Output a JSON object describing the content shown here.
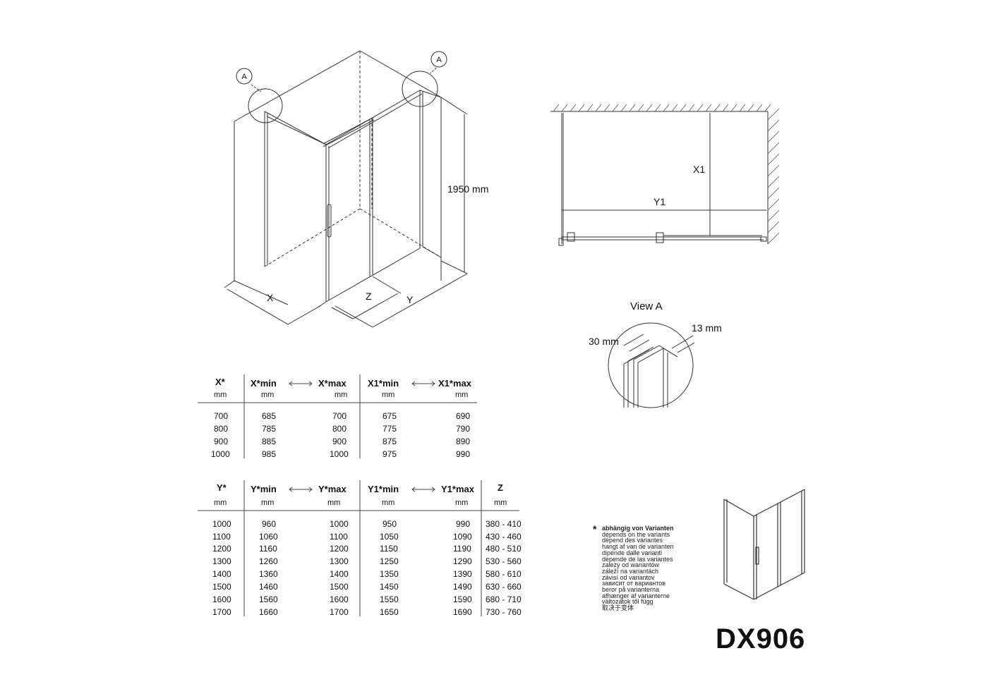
{
  "labels": {
    "view_callout": "A",
    "height": "1950 mm",
    "x": "X",
    "y": "Y",
    "z": "Z",
    "x1": "X1",
    "y1": "Y1",
    "view_a_title": "View A",
    "dim_30": "30 mm",
    "dim_13": "13 mm"
  },
  "table_x": {
    "headers": [
      "X*",
      "X*min",
      "X*max",
      "X1*min",
      "X1*max"
    ],
    "units": [
      "mm",
      "mm",
      "mm",
      "mm",
      "mm"
    ],
    "rows": [
      [
        "700",
        "685",
        "700",
        "675",
        "690"
      ],
      [
        "800",
        "785",
        "800",
        "775",
        "790"
      ],
      [
        "900",
        "885",
        "900",
        "875",
        "890"
      ],
      [
        "1000",
        "985",
        "1000",
        "975",
        "990"
      ]
    ]
  },
  "table_y": {
    "headers": [
      "Y*",
      "Y*min",
      "Y*max",
      "Y1*min",
      "Y1*max",
      "Z"
    ],
    "units": [
      "mm",
      "mm",
      "mm",
      "mm",
      "mm",
      "mm"
    ],
    "rows": [
      [
        "1000",
        "960",
        "1000",
        "950",
        "990",
        "380 - 410"
      ],
      [
        "1100",
        "1060",
        "1100",
        "1050",
        "1090",
        "430 - 460"
      ],
      [
        "1200",
        "1160",
        "1200",
        "1150",
        "1190",
        "480 - 510"
      ],
      [
        "1300",
        "1260",
        "1300",
        "1250",
        "1290",
        "530 - 560"
      ],
      [
        "1400",
        "1360",
        "1400",
        "1350",
        "1390",
        "580 - 610"
      ],
      [
        "1500",
        "1460",
        "1500",
        "1450",
        "1490",
        "630 - 660"
      ],
      [
        "1600",
        "1560",
        "1600",
        "1550",
        "1590",
        "680 - 710"
      ],
      [
        "1700",
        "1660",
        "1700",
        "1650",
        "1690",
        "730 - 760"
      ]
    ]
  },
  "note": {
    "star": "*",
    "lines": [
      "abhängig von Varianten",
      "depends on the variants",
      "dépend des variantes",
      "hangt af van de varianten",
      "dipende dalle varianti",
      "depende de las variantes",
      "zależy od wariantów",
      "záleží na variantách",
      "závisí od variantov",
      "зависит от вариантов",
      "beror på varianterna",
      "afhænger af varianterne",
      "változatok től függ",
      "取决于变体"
    ]
  },
  "model": "DX906"
}
